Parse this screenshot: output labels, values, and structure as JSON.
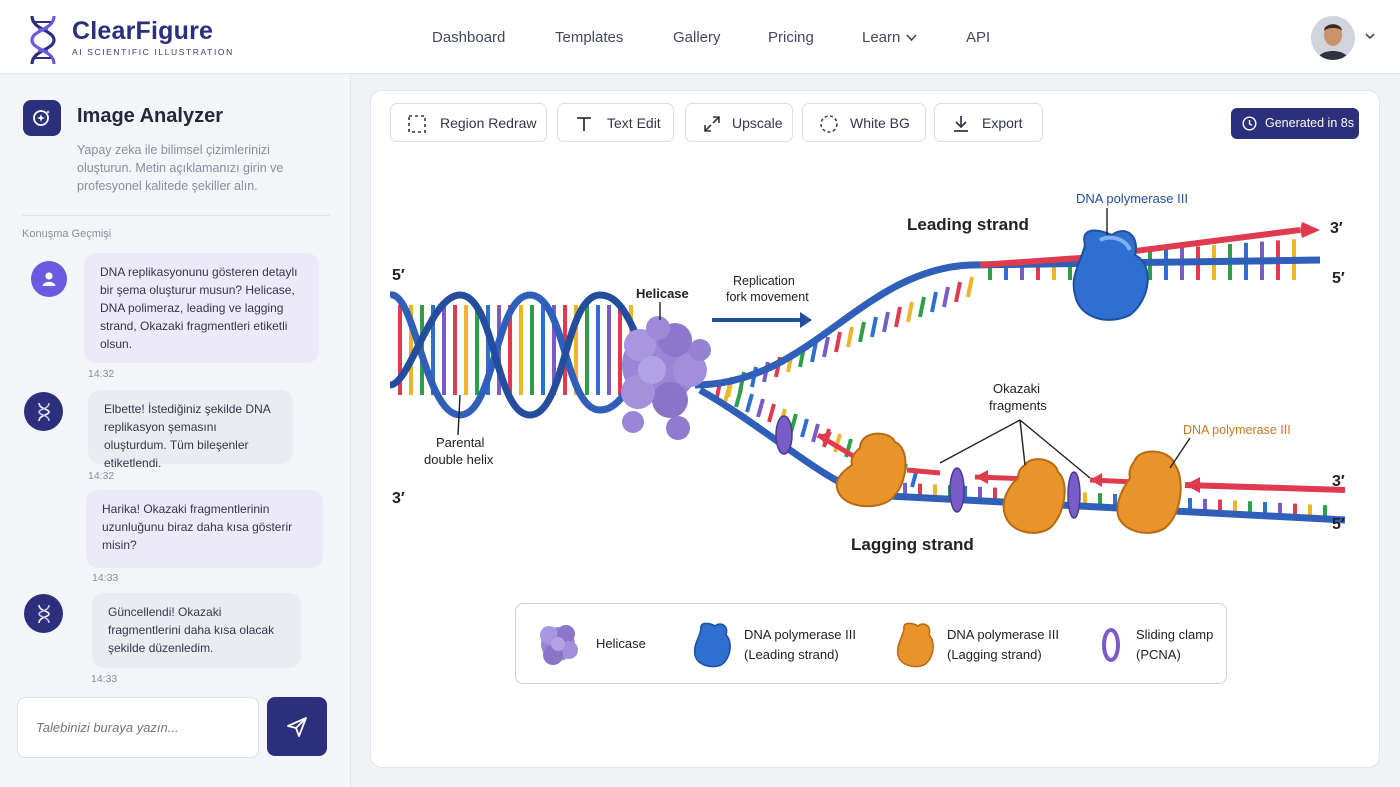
{
  "app": {
    "brand_name": "ClearFigure",
    "brand_tag": "AI SCIENTIFIC ILLUSTRATION",
    "accent": "#2c2f7c"
  },
  "nav": {
    "items": [
      "Dashboard",
      "Templates",
      "Gallery",
      "Pricing",
      "Learn",
      "API"
    ]
  },
  "sidebar": {
    "tool_title": "Image Analyzer",
    "tool_desc": "Yapay zeka ile bilimsel çizimlerinizi oluşturun. Metin açıklamanızı girin ve profesyonel kalitede şekiller alın.",
    "history_label": "Konuşma Geçmişi",
    "messages": [
      {
        "role": "user",
        "text": "DNA replikasyonunu gösteren detaylı bir şema oluşturur musun? Helicase, DNA polimeraz, leading ve lagging strand, Okazaki fragmentleri etiketli olsun.",
        "time": "14:32"
      },
      {
        "role": "bot",
        "text": "Elbette! İstediğiniz şekilde DNA replikasyon şemasını oluşturdum. Tüm bileşenler etiketlendi.",
        "time": "14:32"
      },
      {
        "role": "user",
        "text": "Harika! Okazaki fragmentlerinin uzunluğunu biraz daha kısa gösterir misin?",
        "time": "14:33"
      },
      {
        "role": "bot",
        "text": "Güncellendi! Okazaki fragmentlerini daha kısa olacak şekilde düzenledim.",
        "time": "14:33"
      }
    ],
    "input_placeholder": "Talebinizi buraya yazın..."
  },
  "toolbar": {
    "buttons": [
      "Region Redraw",
      "Text Edit",
      "Upscale",
      "White BG",
      "Export"
    ],
    "badge": "Generated in 8s"
  },
  "figure": {
    "labels": {
      "leading": "Leading strand",
      "lagging": "Lagging strand",
      "helicase": "Helicase",
      "replication": "Replication",
      "fork": "fork movement",
      "parental": "Parental",
      "double_helix": "double helix",
      "okazaki": "Okazaki",
      "fragments": "fragments",
      "pol_leading": "DNA polymerase III",
      "pol_lagging": "DNA polymerase III",
      "five_prime": "5′",
      "three_prime": "3′"
    },
    "colors": {
      "backbone": "#2f5fb8",
      "leading_pol": "#2e6fd0",
      "lagging_pol": "#e8942a",
      "helicase": "#9a86d6",
      "primer": "#e03a4e",
      "clamp": "#7a5cc8"
    }
  },
  "legend": {
    "items": [
      {
        "line1": "Helicase",
        "line2": ""
      },
      {
        "line1": "DNA polymerase III",
        "line2": "(Leading strand)"
      },
      {
        "line1": "DNA polymerase III",
        "line2": "(Lagging strand)"
      },
      {
        "line1": "Sliding clamp",
        "line2": "(PCNA)"
      }
    ]
  }
}
